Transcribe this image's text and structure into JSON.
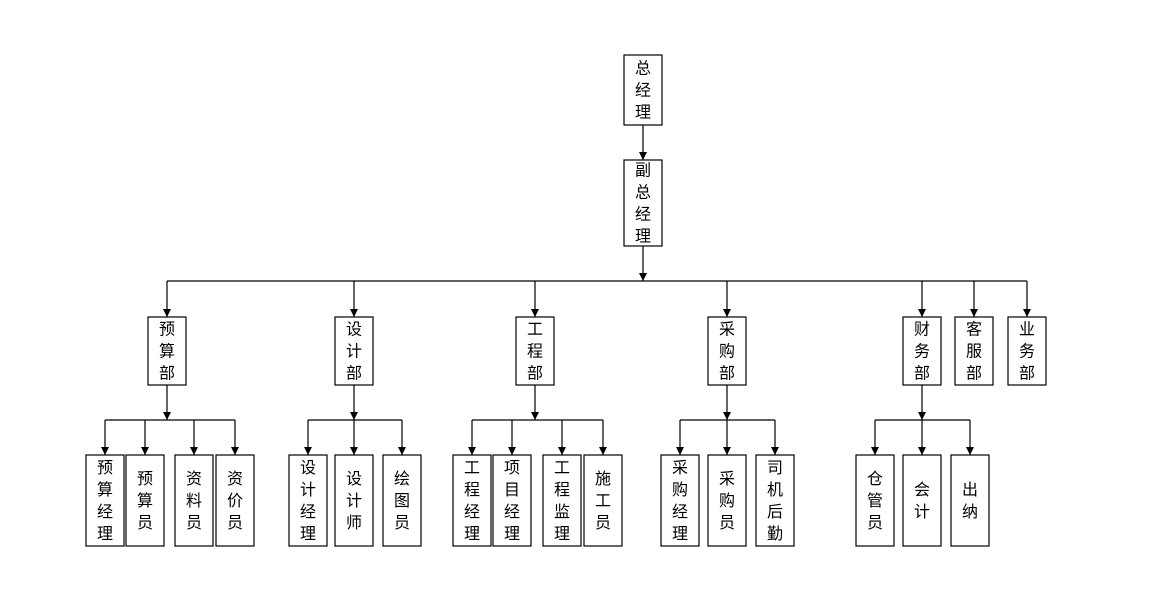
{
  "diagram": {
    "type": "org-chart",
    "line_color": "#000000",
    "box_fill": "#ffffff",
    "nodes": [
      {
        "id": "n0",
        "label": "总经理"
      },
      {
        "id": "n1",
        "label": "副总经理"
      },
      {
        "id": "n2",
        "label": "预算部"
      },
      {
        "id": "n3",
        "label": "设计部"
      },
      {
        "id": "n4",
        "label": "工程部"
      },
      {
        "id": "n5",
        "label": "采购部"
      },
      {
        "id": "n6",
        "label": "财务部"
      },
      {
        "id": "n7",
        "label": "客服部"
      },
      {
        "id": "n8",
        "label": "业务部"
      },
      {
        "id": "n9",
        "label": "预算经理"
      },
      {
        "id": "n10",
        "label": "预算员"
      },
      {
        "id": "n11",
        "label": "资料员"
      },
      {
        "id": "n12",
        "label": "资价员"
      },
      {
        "id": "n13",
        "label": "设计经理"
      },
      {
        "id": "n14",
        "label": "设计师"
      },
      {
        "id": "n15",
        "label": "绘图员"
      },
      {
        "id": "n16",
        "label": "工程经理"
      },
      {
        "id": "n17",
        "label": "项目经理"
      },
      {
        "id": "n18",
        "label": "工程监理"
      },
      {
        "id": "n19",
        "label": "施工员"
      },
      {
        "id": "n20",
        "label": "采购经理"
      },
      {
        "id": "n21",
        "label": "采购员"
      },
      {
        "id": "n22",
        "label": "司机后勤"
      },
      {
        "id": "n23",
        "label": "仓管员"
      },
      {
        "id": "n24",
        "label": "会计"
      },
      {
        "id": "n25",
        "label": "出纳"
      }
    ],
    "edges": [
      [
        "n0",
        "n1"
      ],
      [
        "n1",
        "n2"
      ],
      [
        "n1",
        "n3"
      ],
      [
        "n1",
        "n4"
      ],
      [
        "n1",
        "n5"
      ],
      [
        "n1",
        "n6"
      ],
      [
        "n1",
        "n7"
      ],
      [
        "n1",
        "n8"
      ],
      [
        "n2",
        "n9"
      ],
      [
        "n2",
        "n10"
      ],
      [
        "n2",
        "n11"
      ],
      [
        "n2",
        "n12"
      ],
      [
        "n3",
        "n13"
      ],
      [
        "n3",
        "n14"
      ],
      [
        "n3",
        "n15"
      ],
      [
        "n4",
        "n16"
      ],
      [
        "n4",
        "n17"
      ],
      [
        "n4",
        "n18"
      ],
      [
        "n4",
        "n19"
      ],
      [
        "n5",
        "n20"
      ],
      [
        "n5",
        "n21"
      ],
      [
        "n5",
        "n22"
      ],
      [
        "n6",
        "n23"
      ],
      [
        "n6",
        "n24"
      ],
      [
        "n6",
        "n25"
      ]
    ]
  }
}
